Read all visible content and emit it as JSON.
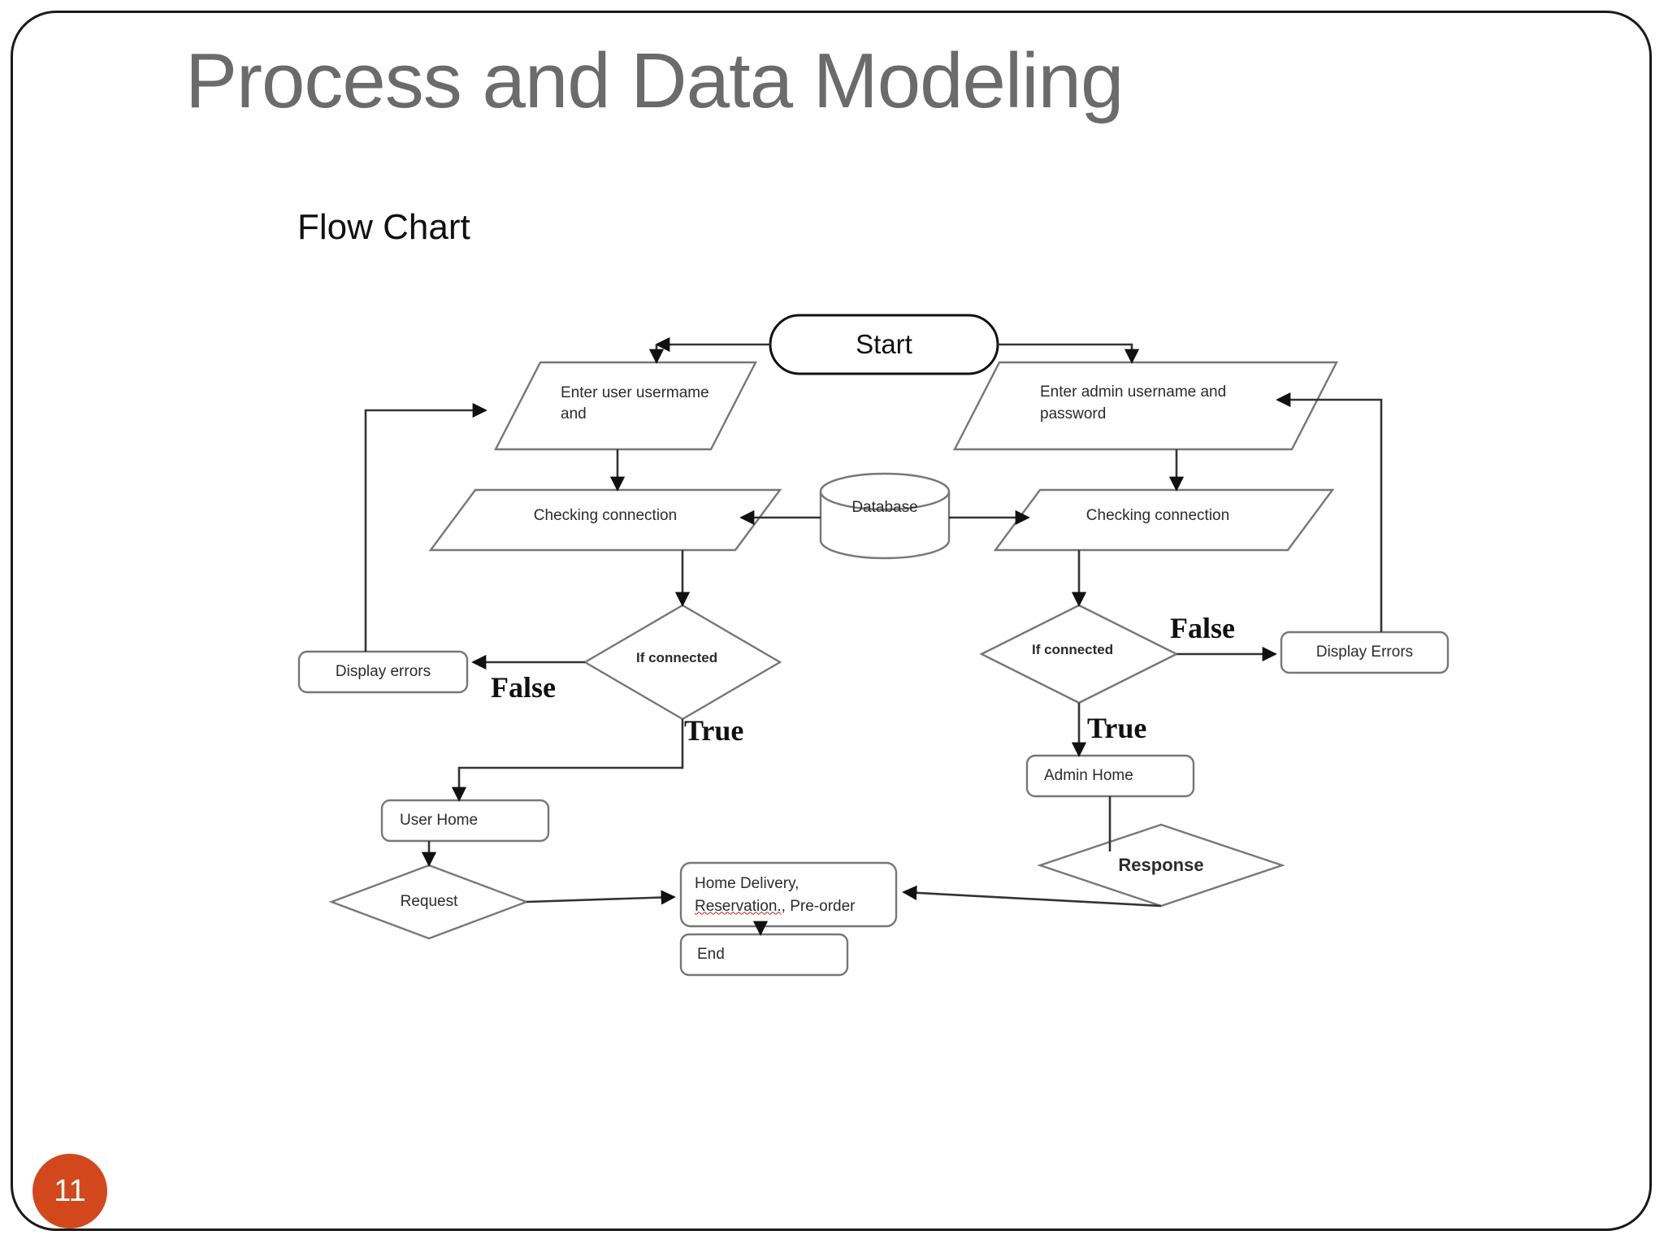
{
  "slide": {
    "title": "Process and Data Modeling",
    "subtitle": "Flow Chart",
    "page_number": "11",
    "accent_color": "#D2481C",
    "title_color": "#6b6b6b",
    "border_color": "#1a1a1a"
  },
  "chart_data": {
    "type": "diagram",
    "diagram_kind": "flowchart",
    "title": "Flow Chart",
    "nodes": [
      {
        "id": "start",
        "label": "Start",
        "shape": "terminator"
      },
      {
        "id": "user_input",
        "label": "Enter user usermame and",
        "shape": "parallelogram"
      },
      {
        "id": "admin_input",
        "label": "Enter admin username and password",
        "shape": "parallelogram"
      },
      {
        "id": "check_user",
        "label": "Checking  connection",
        "shape": "parallelogram"
      },
      {
        "id": "database",
        "label": "Database",
        "shape": "cylinder"
      },
      {
        "id": "check_admin",
        "label": "Checking  connection",
        "shape": "parallelogram"
      },
      {
        "id": "if_conn_user",
        "label": "If connected",
        "shape": "decision"
      },
      {
        "id": "if_conn_admin",
        "label": "If connected",
        "shape": "decision"
      },
      {
        "id": "display_errors_u",
        "label": "Display errors",
        "shape": "rounded-rect"
      },
      {
        "id": "display_errors_a",
        "label": "Display Errors",
        "shape": "rounded-rect"
      },
      {
        "id": "user_home",
        "label": "User Home",
        "shape": "rounded-rect"
      },
      {
        "id": "admin_home",
        "label": "Admin Home",
        "shape": "rounded-rect"
      },
      {
        "id": "request",
        "label": "Request",
        "shape": "decision"
      },
      {
        "id": "response",
        "label": "Response",
        "shape": "decision"
      },
      {
        "id": "services",
        "label_line1": "Home Delivery,",
        "label_line2_a": "Reservation.",
        "label_line2_b": ", Pre-order",
        "shape": "rounded-rect"
      },
      {
        "id": "end",
        "label": "End",
        "shape": "rounded-rect"
      }
    ],
    "edge_labels": [
      {
        "id": "false_left",
        "label": "False"
      },
      {
        "id": "true_left",
        "label": "True"
      },
      {
        "id": "false_right",
        "label": "False"
      },
      {
        "id": "true_right",
        "label": "True"
      }
    ],
    "edges": [
      {
        "from": "start",
        "to": "user_input"
      },
      {
        "from": "start",
        "to": "admin_input"
      },
      {
        "from": "user_input",
        "to": "check_user"
      },
      {
        "from": "admin_input",
        "to": "check_admin"
      },
      {
        "from": "database",
        "to": "check_user"
      },
      {
        "from": "database",
        "to": "check_admin"
      },
      {
        "from": "check_user",
        "to": "if_conn_user"
      },
      {
        "from": "check_admin",
        "to": "if_conn_admin"
      },
      {
        "from": "if_conn_user",
        "to": "display_errors_u",
        "label": "False"
      },
      {
        "from": "if_conn_user",
        "to": "user_home",
        "label": "True"
      },
      {
        "from": "if_conn_admin",
        "to": "display_errors_a",
        "label": "False"
      },
      {
        "from": "if_conn_admin",
        "to": "admin_home",
        "label": "True"
      },
      {
        "from": "display_errors_u",
        "to": "user_input"
      },
      {
        "from": "display_errors_a",
        "to": "admin_input"
      },
      {
        "from": "user_home",
        "to": "request"
      },
      {
        "from": "request",
        "to": "services"
      },
      {
        "from": "admin_home",
        "to": "response"
      },
      {
        "from": "response",
        "to": "services"
      },
      {
        "from": "services",
        "to": "end"
      }
    ]
  }
}
